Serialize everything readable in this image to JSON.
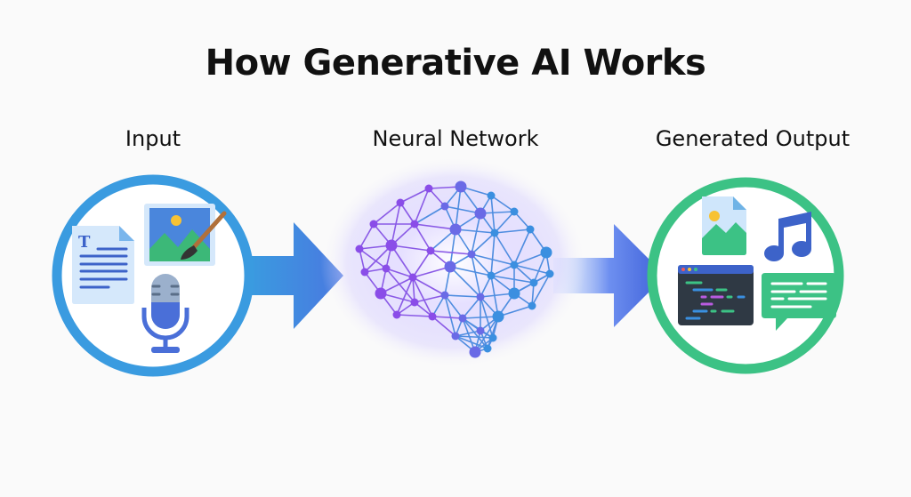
{
  "title": "How Generative AI Works",
  "stages": {
    "input": {
      "label": "Input",
      "color": "#3a9be0",
      "icons": [
        "text-document-icon",
        "image-with-paintbrush-icon",
        "microphone-icon"
      ]
    },
    "network": {
      "label": "Neural Network",
      "color": "#6a5ae0",
      "icons": [
        "neural-network-brain-icon"
      ]
    },
    "output": {
      "label": "Generated Output",
      "color": "#3cc285",
      "icons": [
        "image-file-icon",
        "music-note-icon",
        "code-window-icon",
        "chat-bubble-icon"
      ]
    }
  }
}
